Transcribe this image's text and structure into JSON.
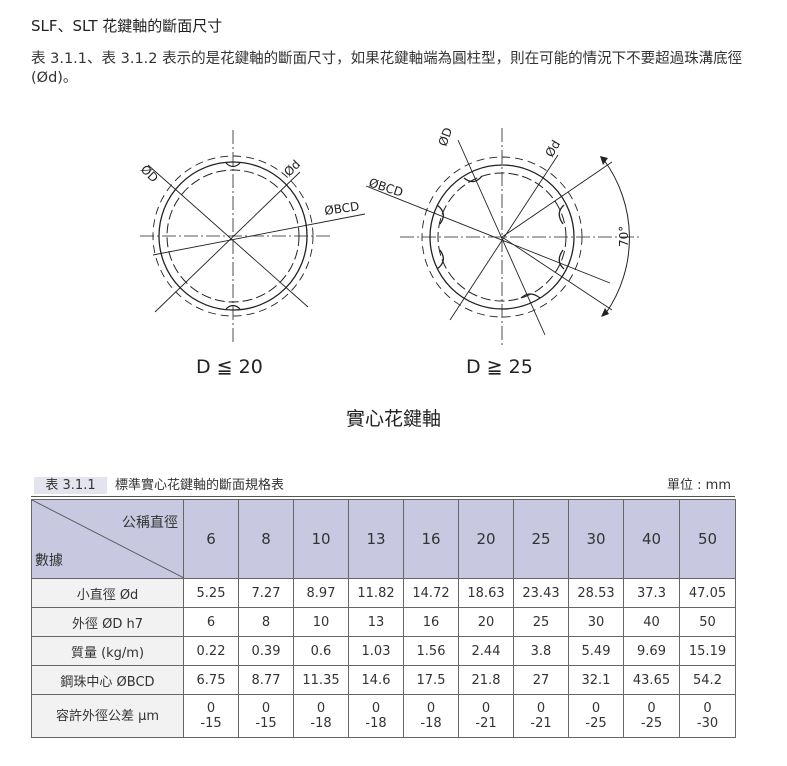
{
  "heading": "SLF、SLT 花鍵軸的斷面尺寸",
  "intro": "表 3.1.1、表 3.1.2 表示的是花鍵軸的斷面尺寸，如果花鍵軸端為圓柱型，則在可能的情況下不要超過珠溝底徑 (Ød)。",
  "figure": {
    "left": {
      "od": "ØD",
      "d": "Ød",
      "bcd": "ØBCD",
      "condition": "D ≦ 20"
    },
    "right": {
      "od": "ØD",
      "d": "Ød",
      "bcd": "ØBCD",
      "angle": "70°",
      "condition": "D ≧ 25"
    },
    "caption": "實心花鍵軸"
  },
  "table": {
    "number": "表 3.1.1",
    "title": "標準實心花鍵軸的斷面規格表",
    "unit": "單位 : mm",
    "corner_top": "公稱直徑",
    "corner_bottom": "數據",
    "columns": [
      "6",
      "8",
      "10",
      "13",
      "16",
      "20",
      "25",
      "30",
      "40",
      "50"
    ],
    "rows": [
      {
        "label": "小直徑 Ød",
        "values": [
          "5.25",
          "7.27",
          "8.97",
          "11.82",
          "14.72",
          "18.63",
          "23.43",
          "28.53",
          "37.3",
          "47.05"
        ]
      },
      {
        "label": "外徑 ØD h7",
        "values": [
          "6",
          "8",
          "10",
          "13",
          "16",
          "20",
          "25",
          "30",
          "40",
          "50"
        ]
      },
      {
        "label": "質量 (kg/m)",
        "values": [
          "0.22",
          "0.39",
          "0.6",
          "1.03",
          "1.56",
          "2.44",
          "3.8",
          "5.49",
          "9.69",
          "15.19"
        ]
      },
      {
        "label": "鋼珠中心 ØBCD",
        "values": [
          "6.75",
          "8.77",
          "11.35",
          "14.6",
          "17.5",
          "21.8",
          "27",
          "32.1",
          "43.65",
          "54.2"
        ]
      }
    ],
    "tolerance": {
      "label": "容許外徑公差 µm",
      "upper": [
        "0",
        "0",
        "0",
        "0",
        "0",
        "0",
        "0",
        "0",
        "0",
        "0"
      ],
      "lower": [
        "-15",
        "-15",
        "-18",
        "-18",
        "-18",
        "-21",
        "-21",
        "-25",
        "-25",
        "-30"
      ]
    }
  }
}
